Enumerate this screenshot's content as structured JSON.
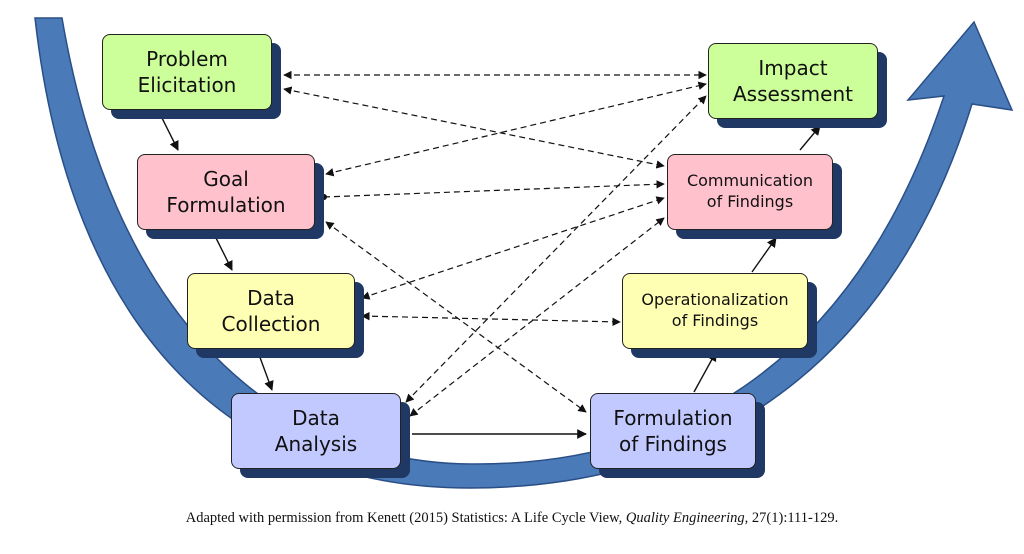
{
  "diagram": {
    "nodes": {
      "problem_elicitation": "Problem\nElicitation",
      "goal_formulation": "Goal\nFormulation",
      "data_collection": "Data\nCollection",
      "data_analysis": "Data\nAnalysis",
      "formulation_of_findings": "Formulation\nof Findings",
      "operationalization_of_findings": "Operationalization\nof Findings",
      "communication_of_findings": "Communication\nof Findings",
      "impact_assessment": "Impact\nAssessment"
    },
    "colors": {
      "arc": "#4a7ab8",
      "green": "#ccff99",
      "pink": "#ffc2cc",
      "yellow": "#ffffb3",
      "blue": "#c2c9ff",
      "shadow": "#1f3864"
    }
  },
  "caption": {
    "prefix": "Adapted with permission from Kenett (2015) Statistics: A Life Cycle View, ",
    "journal": "Quality Engineering",
    "suffix": ", 27(1):111-129."
  }
}
